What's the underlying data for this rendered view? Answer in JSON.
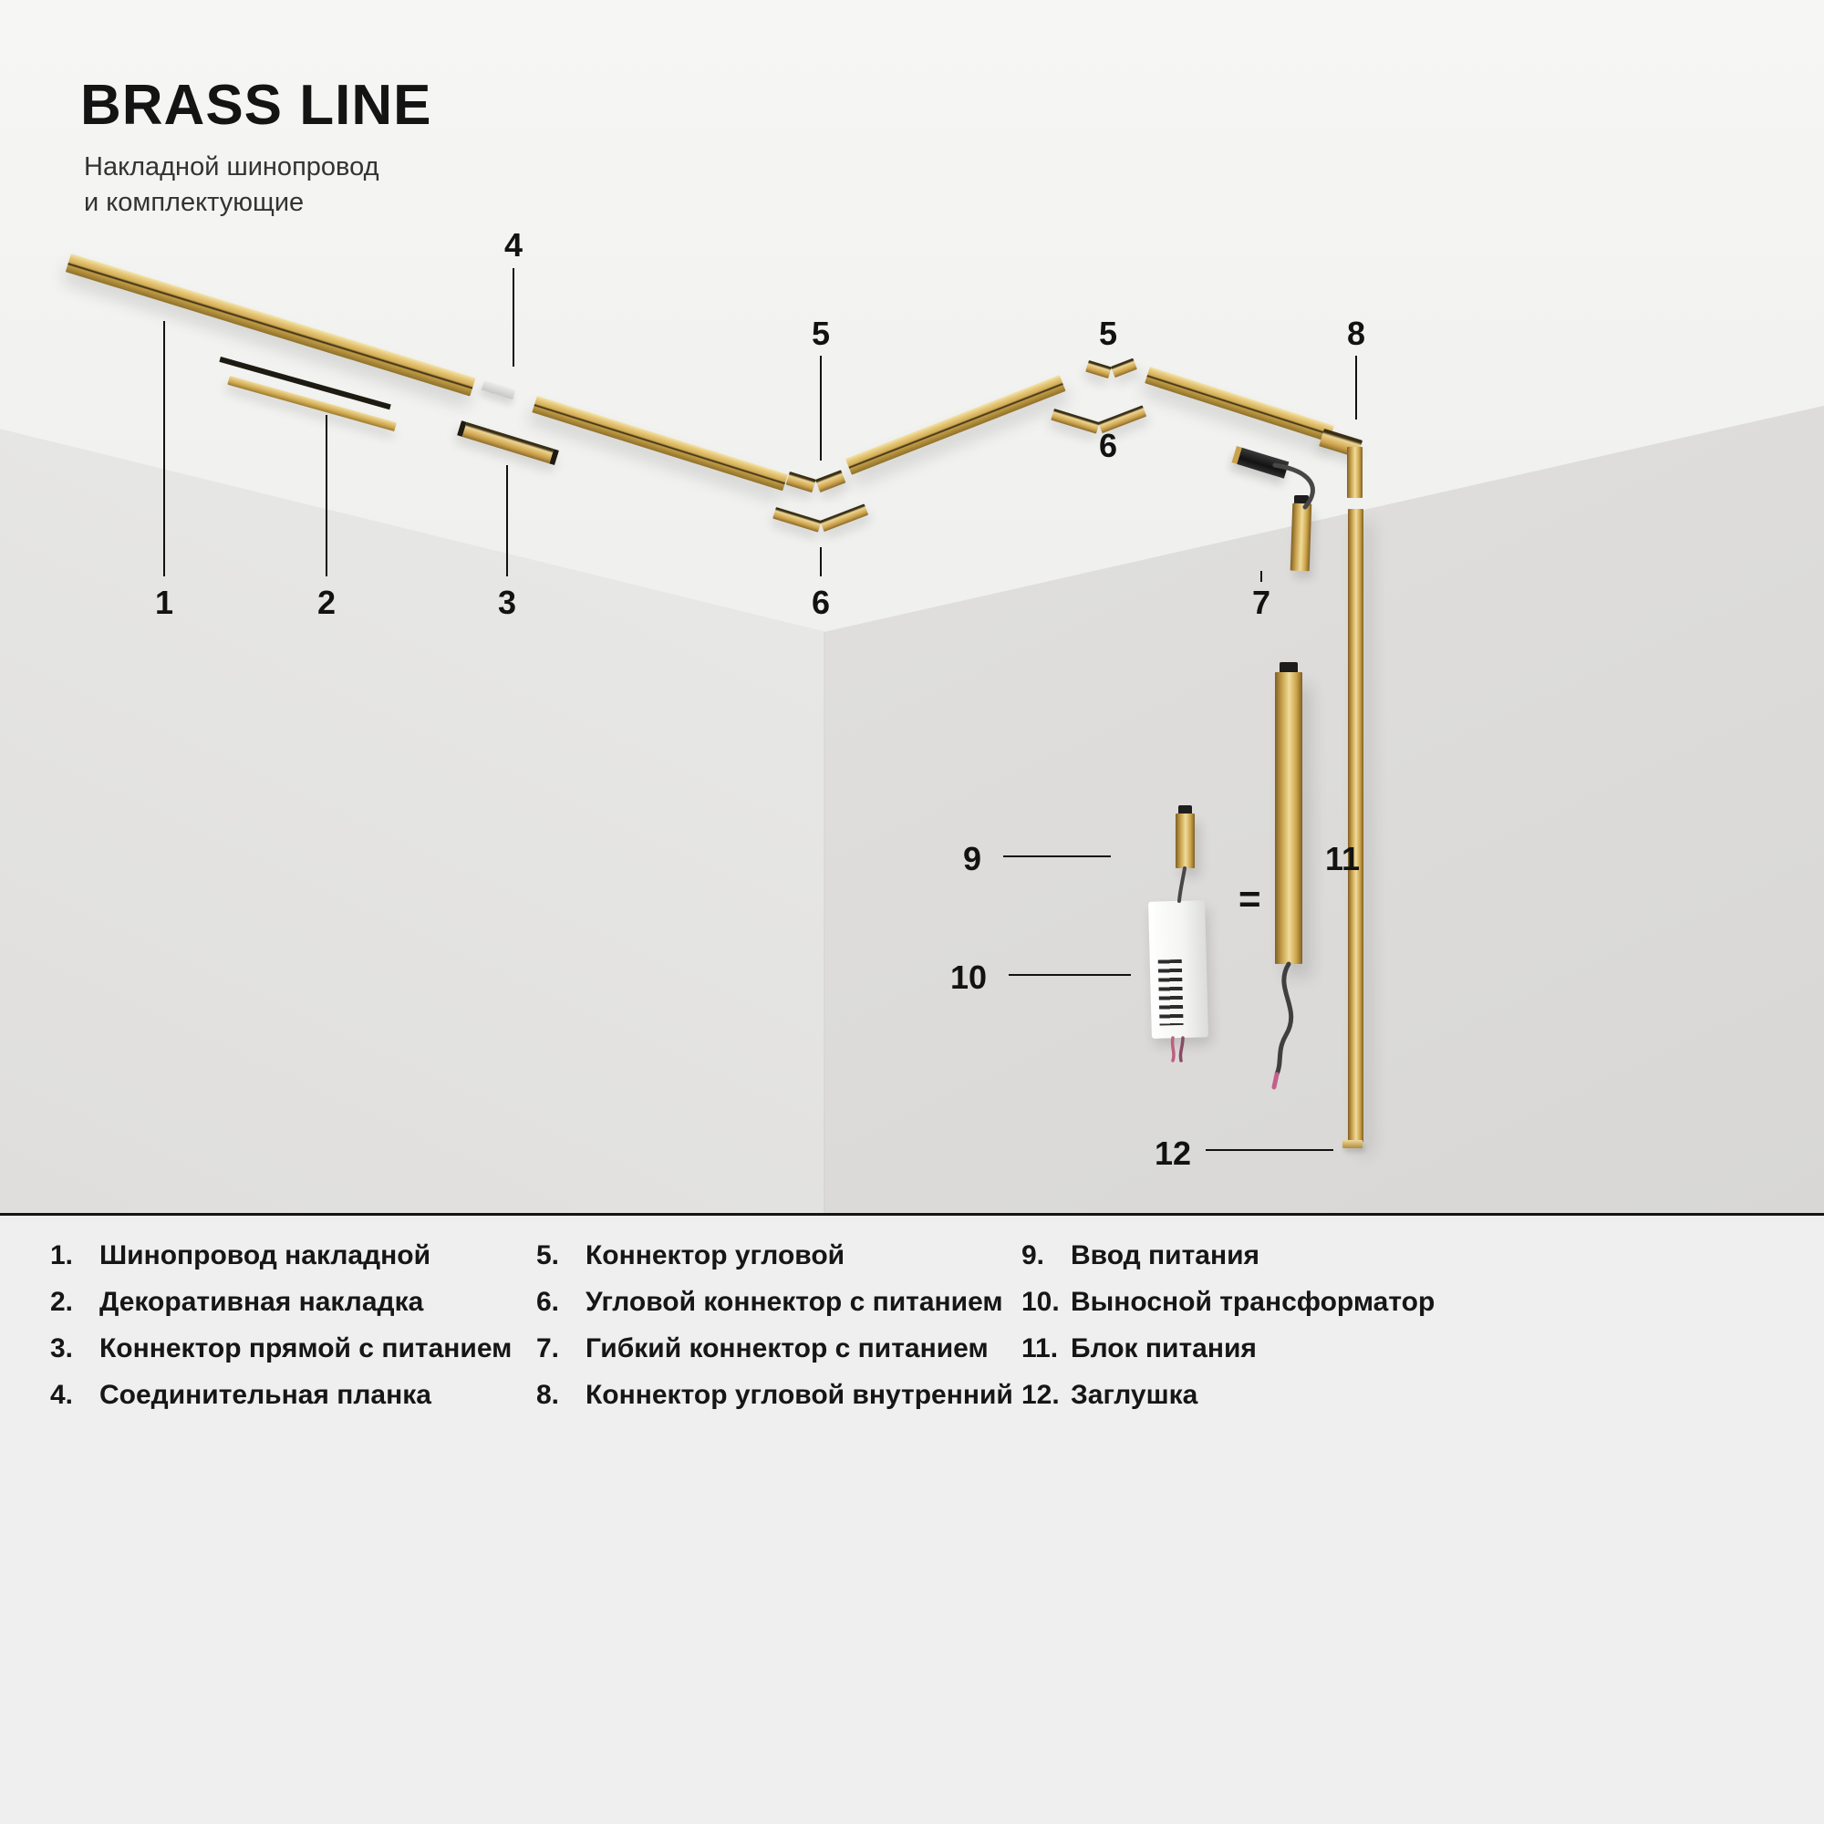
{
  "header": {
    "title": "BRASS LINE",
    "subtitle_line1": "Накладной шинопровод",
    "subtitle_line2": "и комплектующие"
  },
  "callouts": [
    "1",
    "2",
    "3",
    "4",
    "5",
    "5",
    "6",
    "6",
    "7",
    "8",
    "9",
    "10",
    "11",
    "12"
  ],
  "equals": "=",
  "legend": {
    "columns": [
      {
        "items": [
          {
            "num": "1.",
            "label": "Шинопровод накладной"
          },
          {
            "num": "2.",
            "label": "Декоративная накладка"
          },
          {
            "num": "3.",
            "label": "Коннектор прямой с питанием"
          },
          {
            "num": "4.",
            "label": "Соединительная планка"
          }
        ]
      },
      {
        "items": [
          {
            "num": "5.",
            "label": "Коннектор угловой"
          },
          {
            "num": "6.",
            "label": "Угловой коннектор с питанием"
          },
          {
            "num": "7.",
            "label": "Гибкий коннектор с питанием"
          },
          {
            "num": "8.",
            "label": "Коннектор угловой внутренний"
          }
        ]
      },
      {
        "items": [
          {
            "num": "9.",
            "label": "Ввод питания"
          },
          {
            "num": "10.",
            "label": "Выносной трансформатор"
          },
          {
            "num": "11.",
            "label": "Блок питания"
          },
          {
            "num": "12.",
            "label": "Заглушка"
          }
        ]
      }
    ]
  },
  "colors": {
    "brass": "#cda24b",
    "brass_light": "#f0dc9c",
    "brass_dark": "#8a6a2c",
    "text": "#161616",
    "background": "#efefef"
  }
}
